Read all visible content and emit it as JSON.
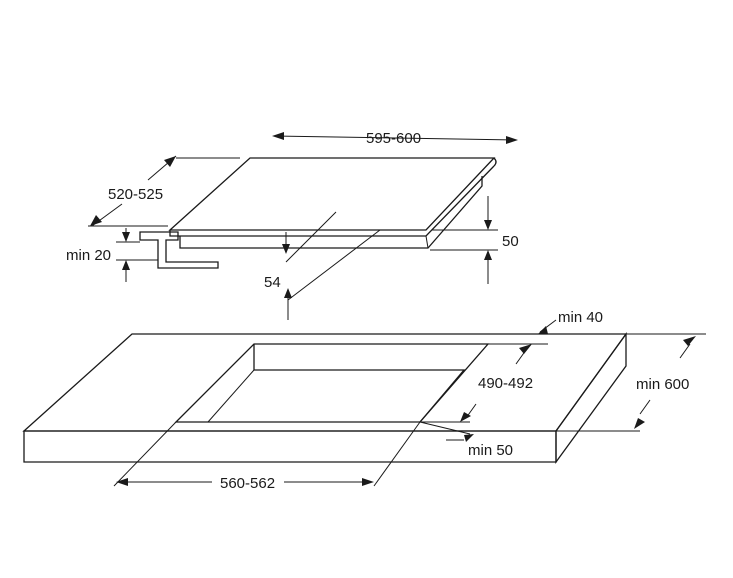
{
  "colors": {
    "ink": "#1a1a1a",
    "background": "#ffffff",
    "bracket_fill": "#d8d8d8"
  },
  "dimensions": {
    "hob_width": "595-600",
    "hob_depth": "520-525",
    "hob_height": "50",
    "min_clearance_front": "min 20",
    "cutout_gap": "54",
    "min_back": "min 40",
    "cutout_depth": "490-492",
    "worktop_depth": "min 600",
    "min_front": "min 50",
    "cutout_width": "560-562"
  }
}
